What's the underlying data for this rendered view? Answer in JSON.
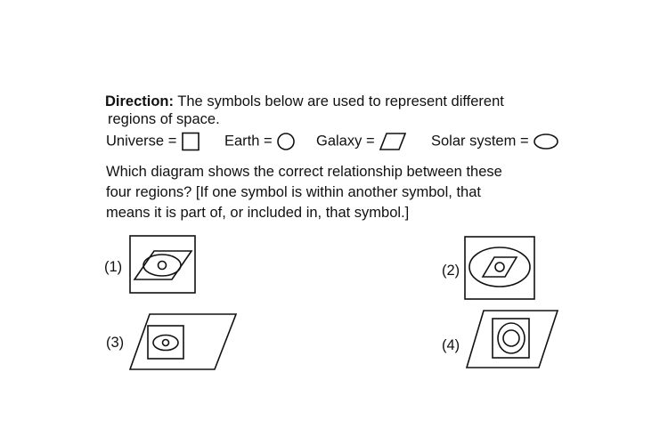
{
  "question": {
    "direction_label": "Direction:",
    "direction_line1": " The symbols below are used to represent different",
    "direction_line2": "regions of space.",
    "legend": [
      {
        "name": "Universe",
        "eq": " =",
        "symbol": "square-icon"
      },
      {
        "name": "Earth",
        "eq": " =",
        "symbol": "circle-icon"
      },
      {
        "name": "Galaxy",
        "eq": " =",
        "symbol": "parallelogram-icon"
      },
      {
        "name": "Solar system",
        "eq": " =",
        "symbol": "ellipse-icon"
      }
    ],
    "prompt_lines": [
      "Which diagram shows the correct relationship between these",
      "four regions? [If one symbol is within another symbol, that",
      "means it is part of, or included in, that symbol.]"
    ]
  },
  "options": [
    {
      "label": "(1)",
      "nesting": [
        "square",
        "parallelogram",
        "ellipse",
        "circle"
      ]
    },
    {
      "label": "(2)",
      "nesting": [
        "square",
        "ellipse",
        "parallelogram",
        "circle"
      ]
    },
    {
      "label": "(3)",
      "nesting": [
        "parallelogram",
        "square",
        "ellipse",
        "circle"
      ]
    },
    {
      "label": "(4)",
      "nesting": [
        "parallelogram",
        "square",
        "ellipse",
        "circle"
      ]
    }
  ],
  "colors": {
    "ink": "#111111",
    "background": "#ffffff"
  }
}
